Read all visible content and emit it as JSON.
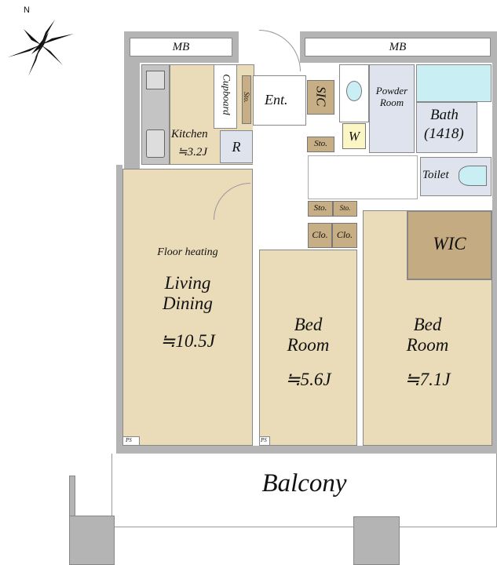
{
  "compass": {
    "north": "N"
  },
  "rooms": {
    "mb_left": "MB",
    "mb_right": "MB",
    "cupboard": "Cupboard",
    "sto_entry": "Sto.",
    "entrance": "Ent.",
    "kitchen": "Kitchen",
    "kitchen_size": "≒3.2J",
    "refrigerator": "R",
    "sic": "SIC",
    "sto_hall": "Sto.",
    "washer": "W",
    "powder": "Powder\nRoom",
    "bath": "Bath",
    "bath_size": "(1418)",
    "toilet": "Toilet",
    "sto_a": "Sto.",
    "sto_b": "Sto.",
    "clo_a": "Clo.",
    "clo_b": "Clo.",
    "wic": "WIC",
    "floor_heating": "Floor heating",
    "living": "Living\nDining",
    "living_size": "≒10.5J",
    "bed1": "Bed\nRoom",
    "bed1_size": "≒5.6J",
    "bed2": "Bed\nRoom",
    "bed2_size": "≒7.1J",
    "ps_a": "PS",
    "ps_b": "PS",
    "balcony": "Balcony"
  },
  "colors": {
    "room": "#eadbb9",
    "wet": "#dfe3ee",
    "storage": "#c8ae85",
    "wall": "#b4b4b4",
    "tub": "#c9eef4",
    "washer": "#fbf6c4"
  }
}
